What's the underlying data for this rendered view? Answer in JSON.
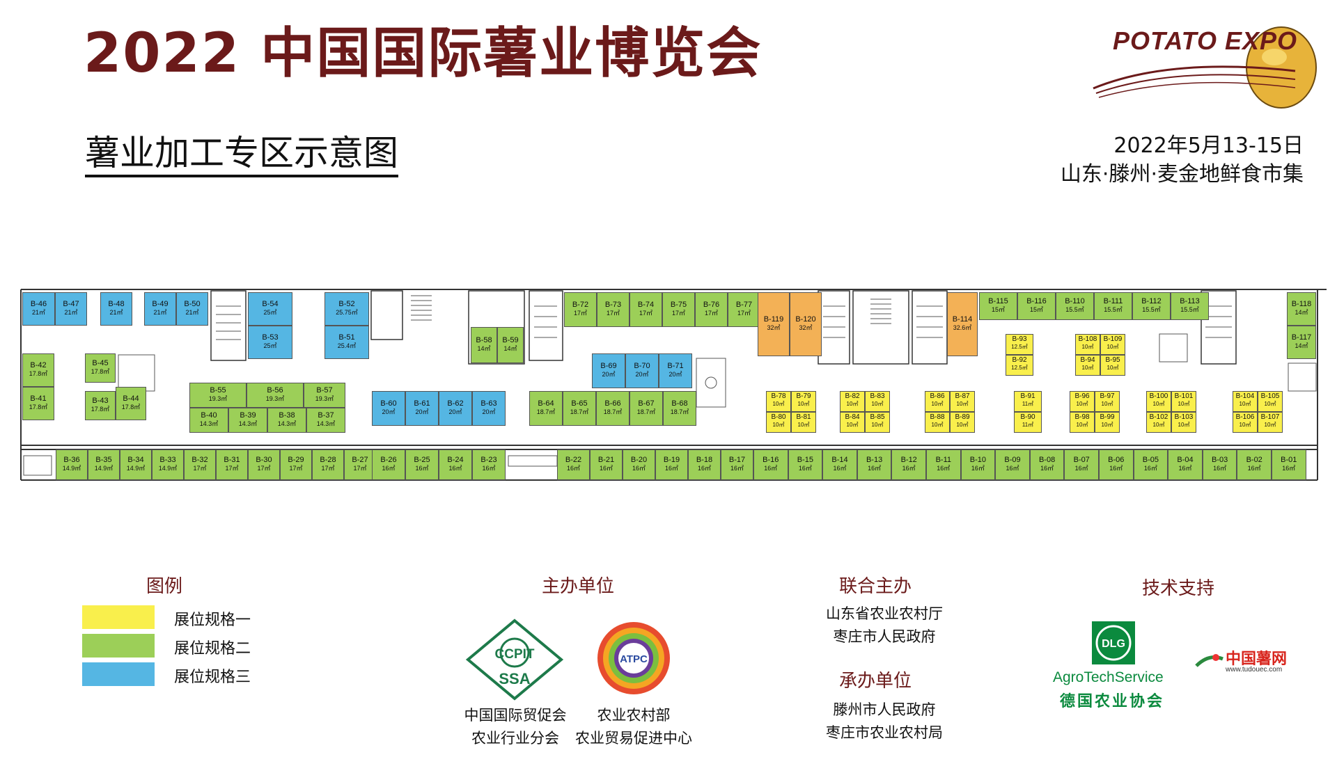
{
  "header": {
    "title": "2022 中国国际薯业博览会",
    "subtitle": "薯业加工专区示意图",
    "date": "2022年5月13-15日",
    "venue": "山东·滕州·麦金地鲜食市集",
    "logo_text": "POTATO EXPO"
  },
  "colors": {
    "spec1": "#f9ef4c",
    "spec2": "#9ccf58",
    "spec3": "#55b6e3",
    "orange": "#f3b156",
    "brand": "#6b1a1a"
  },
  "legend": {
    "title": "图例",
    "items": [
      "展位规格一",
      "展位规格二",
      "展位规格三"
    ]
  },
  "organizers": {
    "host_title": "主办单位",
    "host_1": [
      "中国国际贸促会",
      "农业行业分会"
    ],
    "host_1_logo": [
      "CCPIT",
      "SSA"
    ],
    "host_2": [
      "农业农村部",
      "农业贸易促进中心"
    ],
    "host_2_logo": "ATPC",
    "co_title": "联合主办",
    "co": [
      "山东省农业农村厅",
      "枣庄市人民政府"
    ],
    "org_title": "承办单位",
    "org": [
      "滕州市人民政府",
      "枣庄市农业农村局"
    ],
    "tech_title": "技术支持",
    "tech_1": "AgroTechService",
    "tech_1_sub": "德国农业协会",
    "tech_1_logo": "DLG",
    "tech_2": "中国薯网",
    "tech_2_url": "www.tudouec.com"
  },
  "booths": [
    {
      "id": "B-46",
      "area": "21㎡",
      "c": "b"
    },
    {
      "id": "B-47",
      "area": "21㎡",
      "c": "b"
    },
    {
      "id": "B-48",
      "area": "21㎡",
      "c": "b"
    },
    {
      "id": "B-49",
      "area": "21㎡",
      "c": "b"
    },
    {
      "id": "B-50",
      "area": "21㎡",
      "c": "b"
    },
    {
      "id": "B-54",
      "area": "25㎡",
      "c": "b"
    },
    {
      "id": "B-53",
      "area": "25㎡",
      "c": "b"
    },
    {
      "id": "B-52",
      "area": "25.75㎡",
      "c": "b"
    },
    {
      "id": "B-51",
      "area": "25.4㎡",
      "c": "b"
    },
    {
      "id": "B-58",
      "area": "14㎡",
      "c": "g"
    },
    {
      "id": "B-59",
      "area": "14㎡",
      "c": "g"
    },
    {
      "id": "B-72",
      "area": "17㎡",
      "c": "g"
    },
    {
      "id": "B-73",
      "area": "17㎡",
      "c": "g"
    },
    {
      "id": "B-74",
      "area": "17㎡",
      "c": "g"
    },
    {
      "id": "B-75",
      "area": "17㎡",
      "c": "g"
    },
    {
      "id": "B-76",
      "area": "17㎡",
      "c": "g"
    },
    {
      "id": "B-77",
      "area": "17㎡",
      "c": "g"
    },
    {
      "id": "B-119",
      "area": "32㎡",
      "c": "o"
    },
    {
      "id": "B-120",
      "area": "32㎡",
      "c": "o"
    },
    {
      "id": "B-114",
      "area": "32.6㎡",
      "c": "o"
    },
    {
      "id": "B-115",
      "area": "15㎡",
      "c": "g"
    },
    {
      "id": "B-116",
      "area": "15㎡",
      "c": "g"
    },
    {
      "id": "B-110",
      "area": "15.5㎡",
      "c": "g"
    },
    {
      "id": "B-111",
      "area": "15.5㎡",
      "c": "g"
    },
    {
      "id": "B-112",
      "area": "15.5㎡",
      "c": "g"
    },
    {
      "id": "B-113",
      "area": "15.5㎡",
      "c": "g"
    },
    {
      "id": "B-118",
      "area": "14㎡",
      "c": "g"
    },
    {
      "id": "B-117",
      "area": "14㎡",
      "c": "g"
    },
    {
      "id": "B-42",
      "area": "17.8㎡",
      "c": "g"
    },
    {
      "id": "B-41",
      "area": "17.8㎡",
      "c": "g"
    },
    {
      "id": "B-45",
      "area": "17.8㎡",
      "c": "g"
    },
    {
      "id": "B-43",
      "area": "17.8㎡",
      "c": "g"
    },
    {
      "id": "B-44",
      "area": "17.8㎡",
      "c": "g"
    },
    {
      "id": "B-55",
      "area": "19.3㎡",
      "c": "g"
    },
    {
      "id": "B-56",
      "area": "19.3㎡",
      "c": "g"
    },
    {
      "id": "B-57",
      "area": "19.3㎡",
      "c": "g"
    },
    {
      "id": "B-40",
      "area": "14.3㎡",
      "c": "g"
    },
    {
      "id": "B-39",
      "area": "14.3㎡",
      "c": "g"
    },
    {
      "id": "B-38",
      "area": "14.3㎡",
      "c": "g"
    },
    {
      "id": "B-37",
      "area": "14.3㎡",
      "c": "g"
    },
    {
      "id": "B-60",
      "area": "20㎡",
      "c": "b"
    },
    {
      "id": "B-61",
      "area": "20㎡",
      "c": "b"
    },
    {
      "id": "B-62",
      "area": "20㎡",
      "c": "b"
    },
    {
      "id": "B-63",
      "area": "20㎡",
      "c": "b"
    },
    {
      "id": "B-69",
      "area": "20㎡",
      "c": "b"
    },
    {
      "id": "B-70",
      "area": "20㎡",
      "c": "b"
    },
    {
      "id": "B-71",
      "area": "20㎡",
      "c": "b"
    },
    {
      "id": "B-64",
      "area": "18.7㎡",
      "c": "g"
    },
    {
      "id": "B-65",
      "area": "18.7㎡",
      "c": "g"
    },
    {
      "id": "B-66",
      "area": "18.7㎡",
      "c": "g"
    },
    {
      "id": "B-67",
      "area": "18.7㎡",
      "c": "g"
    },
    {
      "id": "B-68",
      "area": "18.7㎡",
      "c": "g"
    },
    {
      "id": "B-78",
      "area": "10㎡",
      "c": "y"
    },
    {
      "id": "B-79",
      "area": "10㎡",
      "c": "y"
    },
    {
      "id": "B-80",
      "area": "10㎡",
      "c": "y"
    },
    {
      "id": "B-81",
      "area": "10㎡",
      "c": "y"
    },
    {
      "id": "B-82",
      "area": "10㎡",
      "c": "y"
    },
    {
      "id": "B-83",
      "area": "10㎡",
      "c": "y"
    },
    {
      "id": "B-84",
      "area": "10㎡",
      "c": "y"
    },
    {
      "id": "B-85",
      "area": "10㎡",
      "c": "y"
    },
    {
      "id": "B-86",
      "area": "10㎡",
      "c": "y"
    },
    {
      "id": "B-87",
      "area": "10㎡",
      "c": "y"
    },
    {
      "id": "B-88",
      "area": "10㎡",
      "c": "y"
    },
    {
      "id": "B-89",
      "area": "10㎡",
      "c": "y"
    },
    {
      "id": "B-91",
      "area": "11㎡",
      "c": "y"
    },
    {
      "id": "B-90",
      "area": "11㎡",
      "c": "y"
    },
    {
      "id": "B-96",
      "area": "10㎡",
      "c": "y"
    },
    {
      "id": "B-97",
      "area": "10㎡",
      "c": "y"
    },
    {
      "id": "B-98",
      "area": "10㎡",
      "c": "y"
    },
    {
      "id": "B-99",
      "area": "10㎡",
      "c": "y"
    },
    {
      "id": "B-100",
      "area": "10㎡",
      "c": "y"
    },
    {
      "id": "B-101",
      "area": "10㎡",
      "c": "y"
    },
    {
      "id": "B-102",
      "area": "10㎡",
      "c": "y"
    },
    {
      "id": "B-103",
      "area": "10㎡",
      "c": "y"
    },
    {
      "id": "B-104",
      "area": "10㎡",
      "c": "y"
    },
    {
      "id": "B-105",
      "area": "10㎡",
      "c": "y"
    },
    {
      "id": "B-106",
      "area": "10㎡",
      "c": "y"
    },
    {
      "id": "B-107",
      "area": "10㎡",
      "c": "y"
    },
    {
      "id": "B-93",
      "area": "12.5㎡",
      "c": "y"
    },
    {
      "id": "B-92",
      "area": "12.5㎡",
      "c": "y"
    },
    {
      "id": "B-108",
      "area": "10㎡",
      "c": "y"
    },
    {
      "id": "B-109",
      "area": "10㎡",
      "c": "y"
    },
    {
      "id": "B-94",
      "area": "10㎡",
      "c": "y"
    },
    {
      "id": "B-95",
      "area": "10㎡",
      "c": "y"
    },
    {
      "id": "B-36",
      "area": "14.9㎡",
      "c": "g"
    },
    {
      "id": "B-35",
      "area": "14.9㎡",
      "c": "g"
    },
    {
      "id": "B-34",
      "area": "14.9㎡",
      "c": "g"
    },
    {
      "id": "B-33",
      "area": "14.9㎡",
      "c": "g"
    },
    {
      "id": "B-32",
      "area": "17㎡",
      "c": "g"
    },
    {
      "id": "B-31",
      "area": "17㎡",
      "c": "g"
    },
    {
      "id": "B-30",
      "area": "17㎡",
      "c": "g"
    },
    {
      "id": "B-29",
      "area": "17㎡",
      "c": "g"
    },
    {
      "id": "B-28",
      "area": "17㎡",
      "c": "g"
    },
    {
      "id": "B-27",
      "area": "17㎡",
      "c": "g"
    },
    {
      "id": "B-26",
      "area": "16㎡",
      "c": "g"
    },
    {
      "id": "B-25",
      "area": "16㎡",
      "c": "g"
    },
    {
      "id": "B-24",
      "area": "16㎡",
      "c": "g"
    },
    {
      "id": "B-23",
      "area": "16㎡",
      "c": "g"
    },
    {
      "id": "B-22",
      "area": "16㎡",
      "c": "g"
    },
    {
      "id": "B-21",
      "area": "16㎡",
      "c": "g"
    },
    {
      "id": "B-20",
      "area": "16㎡",
      "c": "g"
    },
    {
      "id": "B-19",
      "area": "16㎡",
      "c": "g"
    },
    {
      "id": "B-18",
      "area": "16㎡",
      "c": "g"
    },
    {
      "id": "B-17",
      "area": "16㎡",
      "c": "g"
    },
    {
      "id": "B-16",
      "area": "16㎡",
      "c": "g"
    },
    {
      "id": "B-15",
      "area": "16㎡",
      "c": "g"
    },
    {
      "id": "B-14",
      "area": "16㎡",
      "c": "g"
    },
    {
      "id": "B-13",
      "area": "16㎡",
      "c": "g"
    },
    {
      "id": "B-12",
      "area": "16㎡",
      "c": "g"
    },
    {
      "id": "B-11",
      "area": "16㎡",
      "c": "g"
    },
    {
      "id": "B-10",
      "area": "16㎡",
      "c": "g"
    },
    {
      "id": "B-09",
      "area": "16㎡",
      "c": "g"
    },
    {
      "id": "B-08",
      "area": "16㎡",
      "c": "g"
    },
    {
      "id": "B-07",
      "area": "16㎡",
      "c": "g"
    },
    {
      "id": "B-06",
      "area": "16㎡",
      "c": "g"
    },
    {
      "id": "B-05",
      "area": "16㎡",
      "c": "g"
    },
    {
      "id": "B-04",
      "area": "16㎡",
      "c": "g"
    },
    {
      "id": "B-03",
      "area": "16㎡",
      "c": "g"
    },
    {
      "id": "B-02",
      "area": "16㎡",
      "c": "g"
    },
    {
      "id": "B-01",
      "area": "16㎡",
      "c": "g"
    }
  ]
}
